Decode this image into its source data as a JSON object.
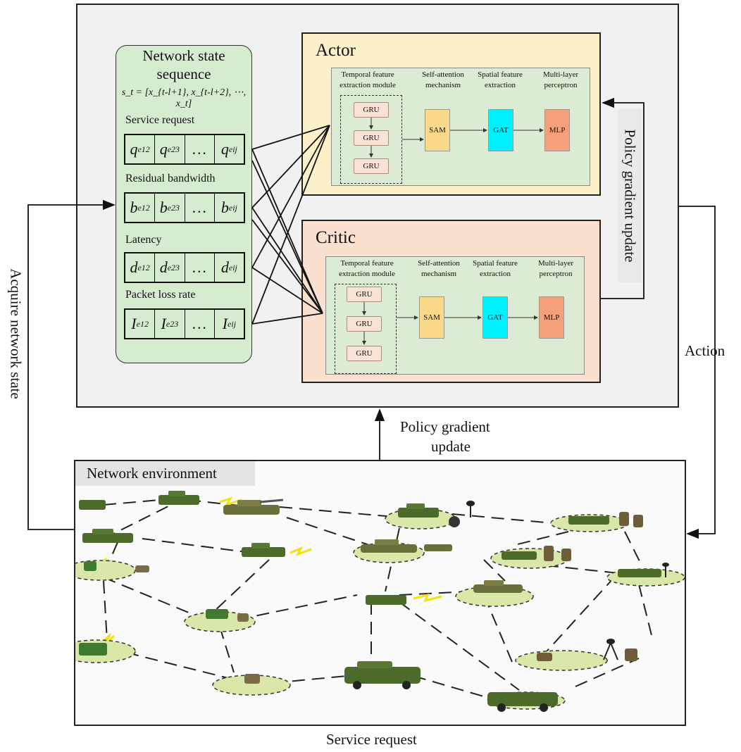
{
  "network_state": {
    "title_line1": "Network state",
    "title_line2": "sequence",
    "formula": "s_t = [x_{t-l+1}, x_{t-l+2}, ⋯, x_t]",
    "groups": [
      {
        "label": "Service request",
        "symbol": "q"
      },
      {
        "label": "Residual bandwidth",
        "symbol": "b"
      },
      {
        "label": "Latency",
        "symbol": "d"
      },
      {
        "label": "Packet loss rate",
        "symbol": "I"
      }
    ],
    "subscripts": [
      "e12",
      "e23",
      "eij"
    ],
    "ellipsis": "…"
  },
  "actor": {
    "title": "Actor",
    "modules": [
      "Temporal feature extraction module",
      "Self-attention mechanism",
      "Spatial feature extraction",
      "Multi-layer perceptron"
    ],
    "gru": "GRU",
    "sam": "SAM",
    "gat": "GAT",
    "mlp": "MLP"
  },
  "critic": {
    "title": "Critic",
    "modules": [
      "Temporal feature extraction module",
      "Self-attention mechanism",
      "Spatial feature extraction",
      "Multi-layer perceptron"
    ],
    "gru": "GRU",
    "sam": "SAM",
    "gat": "GAT",
    "mlp": "MLP"
  },
  "labels": {
    "policy_gradient_update_side": "Policy gradient update",
    "policy_gradient_update_line1": "Policy gradient",
    "policy_gradient_update_line2": "update",
    "action": "Action",
    "acquire_network_state": "Acquire network state",
    "network_environment": "Network environment",
    "service_request_bottom": "Service request"
  },
  "colors": {
    "outer_bg": "#f1f1f1",
    "state_bg": "#d6ecd1",
    "actor_bg": "#fbf0c8",
    "critic_bg": "#fce0cf",
    "inner_bg": "#dcebd3",
    "sam": "#fbd98a",
    "gat": "#00f0ff",
    "mlp": "#f4a07a",
    "gru": "#f9e3d4",
    "node_ellipse": "#d9e8a8"
  },
  "icons": [
    "armored-vehicle-icon",
    "tank-icon",
    "soldier-icon",
    "radar-tripod-icon",
    "wireless-link-icon"
  ]
}
